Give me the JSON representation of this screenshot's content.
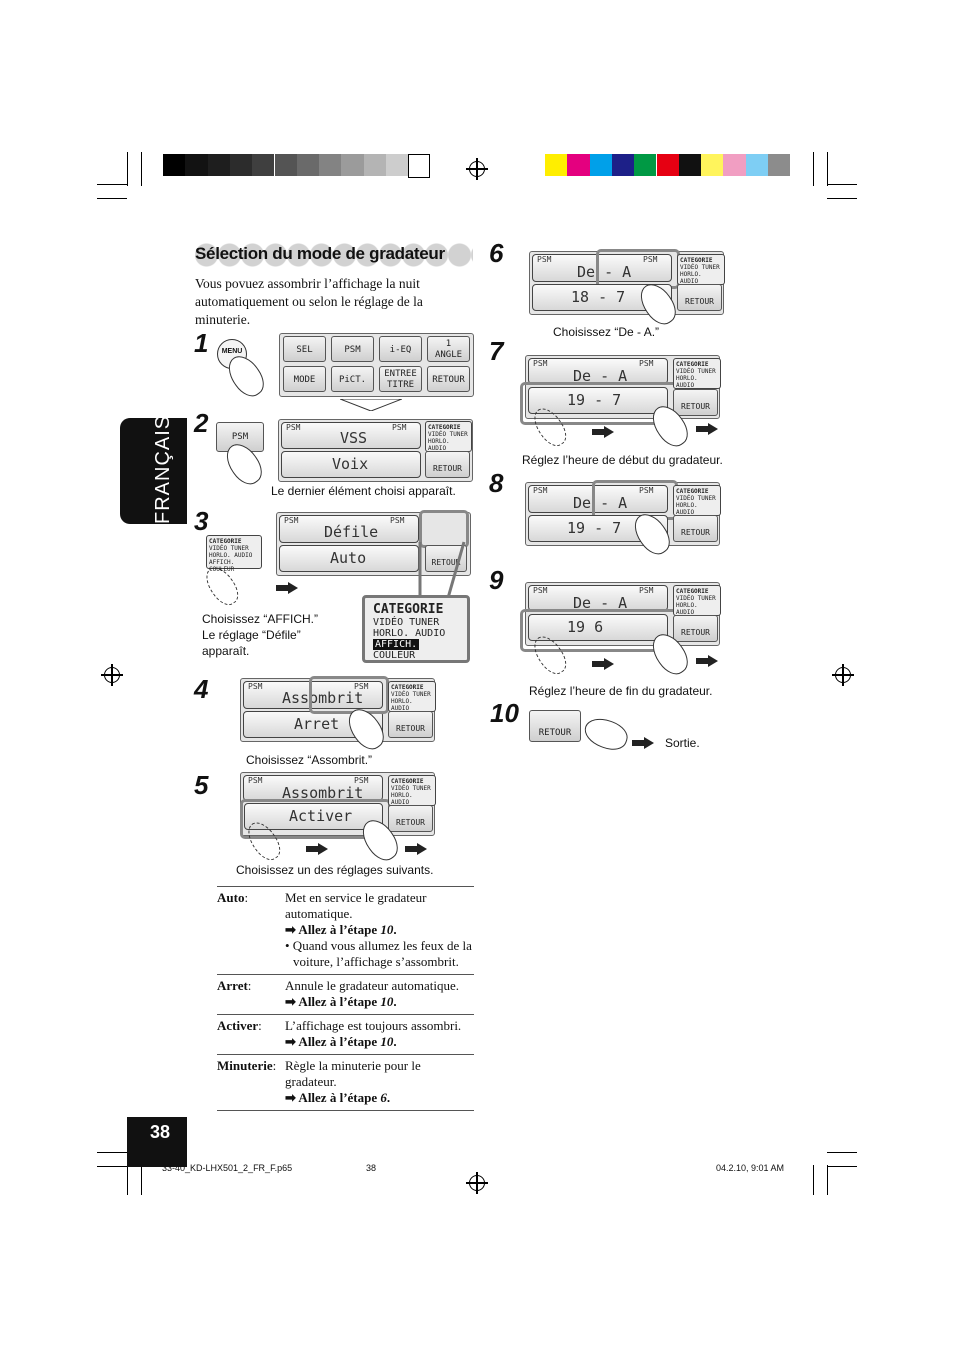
{
  "color_bar": {
    "grays": [
      "#000000",
      "#121212",
      "#1e1e1e",
      "#2c2c2c",
      "#3f3f3f",
      "#545454",
      "#6a6a6a",
      "#838383",
      "#9b9b9b",
      "#b4b4b4",
      "#cdcdcd",
      "#ffffff"
    ],
    "colors": [
      "#ffee00",
      "#e4007f",
      "#00a0e9",
      "#1d2088",
      "#009944",
      "#e60012",
      "#111111",
      "#fff45c",
      "#f19ec2",
      "#7ecef4",
      "#8c8c8c"
    ]
  },
  "language_tab": "FRANÇAIS",
  "page_number": "38",
  "section": {
    "title": "Sélection du mode de gradateur",
    "intro": "Vous povuez assombrir l’affichage la nuit automatiquement ou selon le réglage de la minuterie."
  },
  "steps": {
    "s1": {
      "num": "1",
      "menu_button": "MENU",
      "keys": [
        "SEL",
        "PSM",
        "i-EQ",
        "1\nANGLE",
        "MODE",
        "PiCT.",
        "ENTREE\nTITRE",
        "RETOUR"
      ]
    },
    "s2": {
      "num": "2",
      "button": "PSM",
      "caption": "Le dernier élément choisi apparaît.",
      "lcd_top": "VSS",
      "lcd_bottom": "Voix"
    },
    "s3": {
      "num": "3",
      "lcd_top": "Défile",
      "lcd_bottom": "Auto",
      "caption": "Choisissez “AFFICH.”\nLe réglage “Défile”\napparaît.",
      "zoom": {
        "title": "CATEGORIE",
        "line1": "VIDÉO TUNER",
        "line2": "HORLO. AUDIO",
        "line3a": "AFFICH.",
        "line3b": "COULEUR"
      }
    },
    "s4": {
      "num": "4",
      "lcd_top": "Assombrit",
      "lcd_bottom": "Arret",
      "caption": "Choisissez “Assombrit.”"
    },
    "s5": {
      "num": "5",
      "lcd_top": "Assombrit",
      "lcd_bottom": "Activer",
      "caption": "Choisissez un des réglages suivants."
    },
    "s6": {
      "num": "6",
      "lcd_top": "De - A",
      "lcd_bottom": "18 - 7",
      "caption": "Choisissez “De - A.”"
    },
    "s7": {
      "num": "7",
      "lcd_top": "De - A",
      "lcd_bottom": "19 - 7",
      "caption": "Réglez l’heure de début du gradateur."
    },
    "s8": {
      "num": "8",
      "lcd_top": "De - A",
      "lcd_bottom": "19 - 7"
    },
    "s9": {
      "num": "9",
      "lcd_top": "De - A",
      "lcd_bottom": "19   6",
      "caption": "Réglez l’heure de fin du gradateur."
    },
    "s10": {
      "num": "10",
      "button": "RETOUR",
      "caption": "Sortie."
    }
  },
  "common": {
    "psm": "PSM",
    "retour": "RETOUR",
    "cat_title": "CATEGORIE",
    "cat_l1": "VIDÉO TUNER",
    "cat_l2": "HORLO. AUDIO",
    "cat_l3": "AFFICH. COULEUR"
  },
  "options": [
    {
      "term": "Auto",
      "desc": "Met en service le gradateur automatique.",
      "goto": "➡ Allez à l’étape ",
      "step": "10",
      "note": "• Quand vous allumez les feux de la voiture, l’affichage s’assombrit."
    },
    {
      "term": "Arret",
      "desc": "Annule le gradateur automatique.",
      "goto": "➡ Allez à l’étape ",
      "step": "10",
      "note": ""
    },
    {
      "term": "Activer",
      "desc": "L’affichage est toujours assombri.",
      "goto": "➡ Allez à l’étape ",
      "step": "10",
      "note": ""
    },
    {
      "term": "Minuterie",
      "desc": "Règle la minuterie pour le gradateur.",
      "goto": "➡ Allez à l’étape ",
      "step": "6",
      "note": ""
    }
  ],
  "footer": {
    "file": "33-40_KD-LHX501_2_FR_F.p65",
    "page": "38",
    "date": "04.2.10, 9:01 AM"
  }
}
